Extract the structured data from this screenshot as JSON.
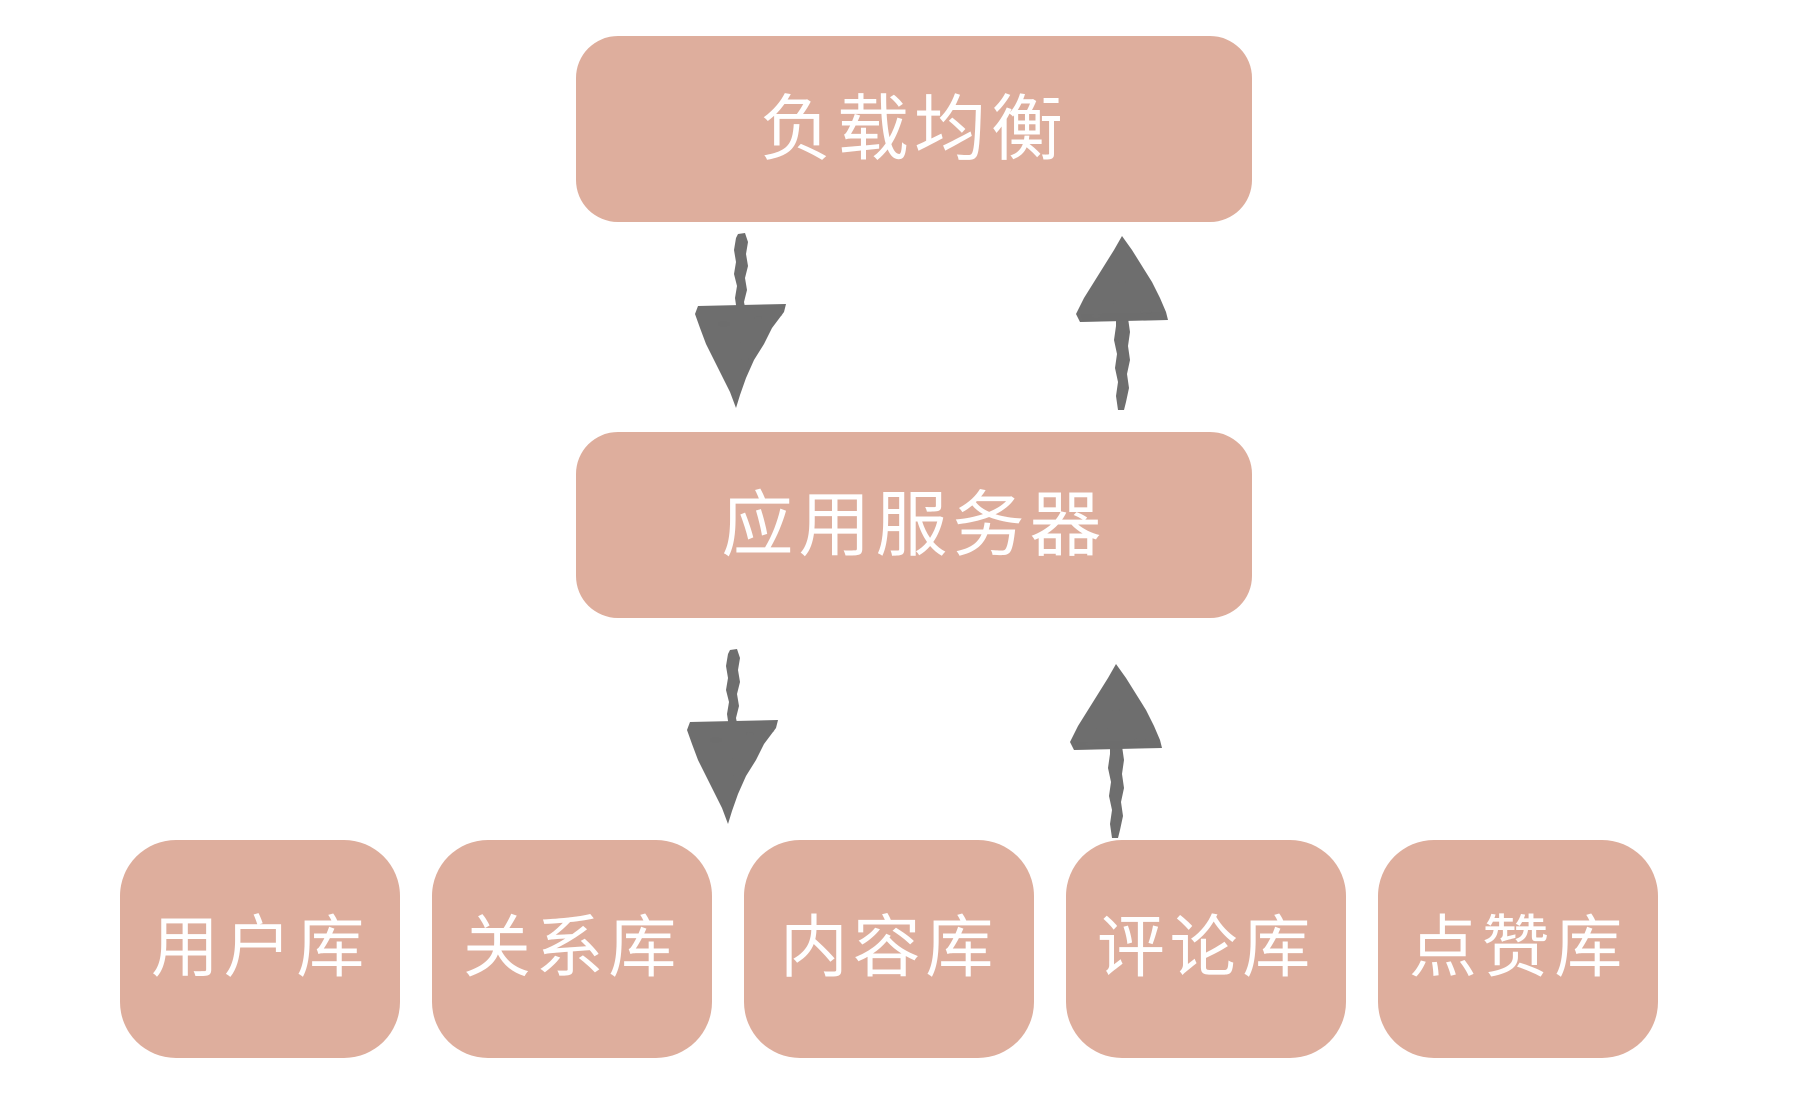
{
  "diagram": {
    "title_text": "",
    "background_color": "#FFFFFF",
    "node_fill_color": "#DEAE9D",
    "node_text_color": "#FFFFFF",
    "arrow_color": "#6E6E6E",
    "tiers": [
      {
        "id": "load-balancer",
        "label": "负载均衡"
      },
      {
        "id": "app-server",
        "label": "应用服务器"
      }
    ],
    "databases": [
      {
        "id": "user-db",
        "label": "用户库"
      },
      {
        "id": "relation-db",
        "label": "关系库"
      },
      {
        "id": "content-db",
        "label": "内容库"
      },
      {
        "id": "comment-db",
        "label": "评论库"
      },
      {
        "id": "like-db",
        "label": "点赞库"
      }
    ],
    "connectors": [
      {
        "id": "lb-to-app",
        "direction": "down",
        "from": "load-balancer",
        "to": "app-server"
      },
      {
        "id": "app-to-lb",
        "direction": "up",
        "from": "app-server",
        "to": "load-balancer"
      },
      {
        "id": "app-to-db",
        "direction": "down",
        "from": "app-server",
        "to": "databases"
      },
      {
        "id": "db-to-app",
        "direction": "up",
        "from": "databases",
        "to": "app-server"
      }
    ]
  }
}
